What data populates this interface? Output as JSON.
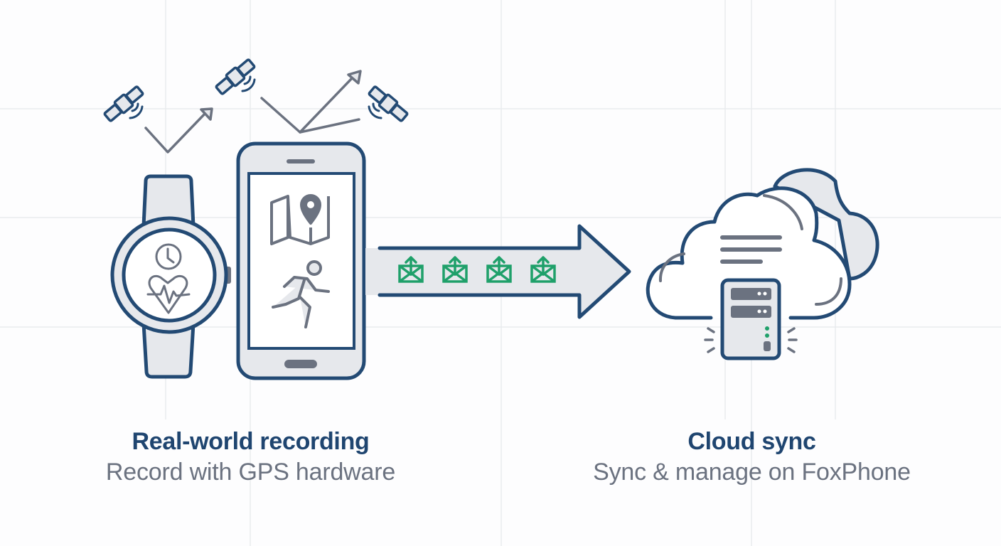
{
  "colors": {
    "background": "#fdfdfe",
    "grid": "#e9ebee",
    "outline": "#234a74",
    "device_fill": "#e6e8ec",
    "icon_gray": "#6b7280",
    "accent_green": "#1fa06a",
    "title": "#1f4570",
    "subtitle": "#6b7280"
  },
  "left_stage": {
    "title": "Real-world recording",
    "subtitle": "Record with GPS hardware",
    "icons": [
      "satellite-icon",
      "satellite-icon",
      "satellite-icon",
      "signal-path-arrow",
      "smartwatch-icon",
      "clock-icon",
      "heart-rate-icon",
      "smartphone-icon",
      "map-pin-icon",
      "runner-icon"
    ]
  },
  "transfer": {
    "icons": [
      "mail-upload-icon",
      "mail-upload-icon",
      "mail-upload-icon",
      "mail-upload-icon"
    ],
    "direction": "right"
  },
  "right_stage": {
    "title": "Cloud sync",
    "subtitle": "Sync & manage on FoxPhone",
    "icons": [
      "cloud-icon",
      "document-lines-icon",
      "server-icon",
      "status-led-icon"
    ]
  }
}
